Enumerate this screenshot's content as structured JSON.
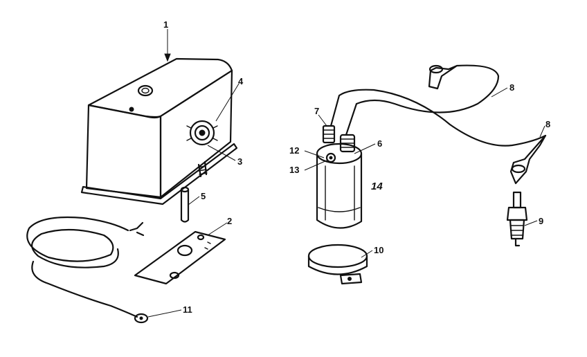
{
  "callouts": {
    "c1": "1",
    "c2": "2",
    "c3": "3",
    "c4": "4",
    "c5": "5",
    "c6": "6",
    "c7": "7",
    "c8a": "8",
    "c8b": "8",
    "c9": "9",
    "c10": "10",
    "c11": "11",
    "c12": "12",
    "c13": "13",
    "c14": "14"
  }
}
